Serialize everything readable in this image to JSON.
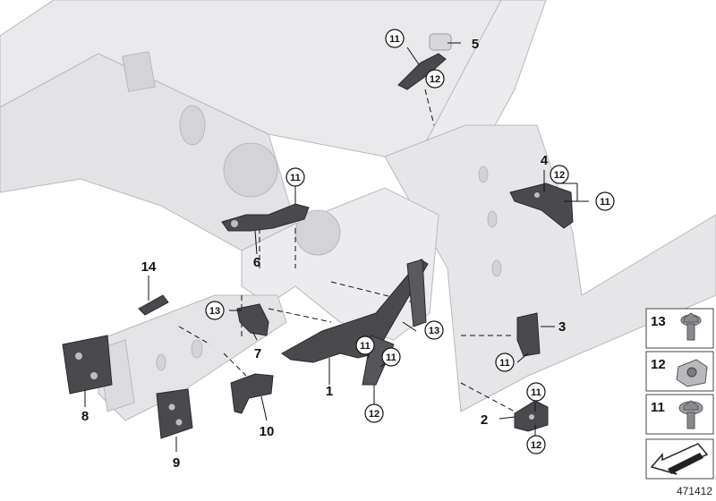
{
  "diagram_id": "471412",
  "part_labels": [
    "1",
    "2",
    "3",
    "4",
    "5",
    "6",
    "7",
    "8",
    "9",
    "10",
    "14"
  ],
  "hardware_callouts": [
    "11",
    "12",
    "13"
  ],
  "legend": [
    {
      "number": "13",
      "icon": "hex-flange-bolt-icon"
    },
    {
      "number": "12",
      "icon": "clip-nut-icon"
    },
    {
      "number": "11",
      "icon": "hex-bolt-icon"
    }
  ],
  "colors": {
    "body": "#e9e9eb",
    "body_edge": "#b9b9bd",
    "part": "#4a4a4e",
    "line": "#111111"
  }
}
